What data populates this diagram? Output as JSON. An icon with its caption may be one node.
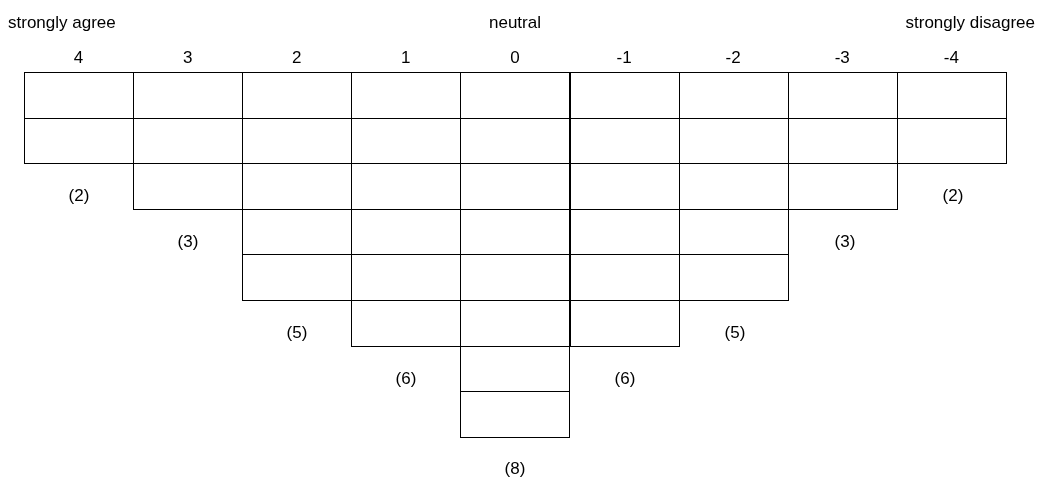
{
  "diagram": {
    "labels": [
      "strongly agree",
      "neutral",
      "strongly disagree",
      "4",
      "3",
      "2",
      "1",
      "0",
      "-1",
      "-2",
      "-3",
      "-4",
      "(2)",
      "(2)",
      "(3)",
      "(3)",
      "(5)",
      "(5)",
      "(6)",
      "(6)",
      "(8)"
    ]
  }
}
